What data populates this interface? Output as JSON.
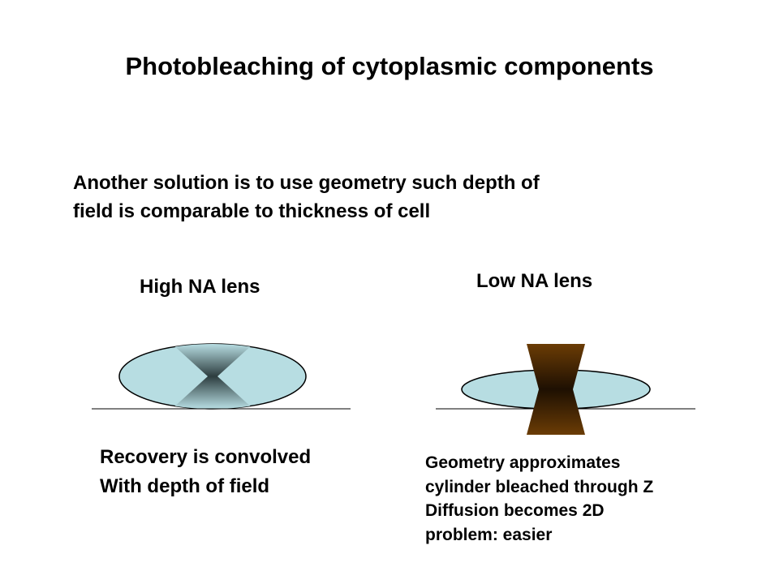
{
  "slide": {
    "title": "Photobleaching of cytoplasmic components",
    "intro_lines": [
      "Another solution is to use geometry such depth of",
      "field is comparable to thickness of cell"
    ],
    "left_panel": {
      "label": "High NA lens",
      "caption_lines": [
        "Recovery is convolved",
        "With depth of field"
      ]
    },
    "right_panel": {
      "label": "Low NA lens",
      "caption_lines": [
        "Geometry approximates",
        "cylinder bleached through Z",
        "Diffusion becomes 2D",
        "problem:  easier"
      ]
    }
  },
  "colors": {
    "cell_fill": "#b7dde2",
    "bleach_dark": "#2d3d3f",
    "cone_brown": "#6b3c05",
    "cone_dark": "#1e1002",
    "line": "#000000"
  }
}
